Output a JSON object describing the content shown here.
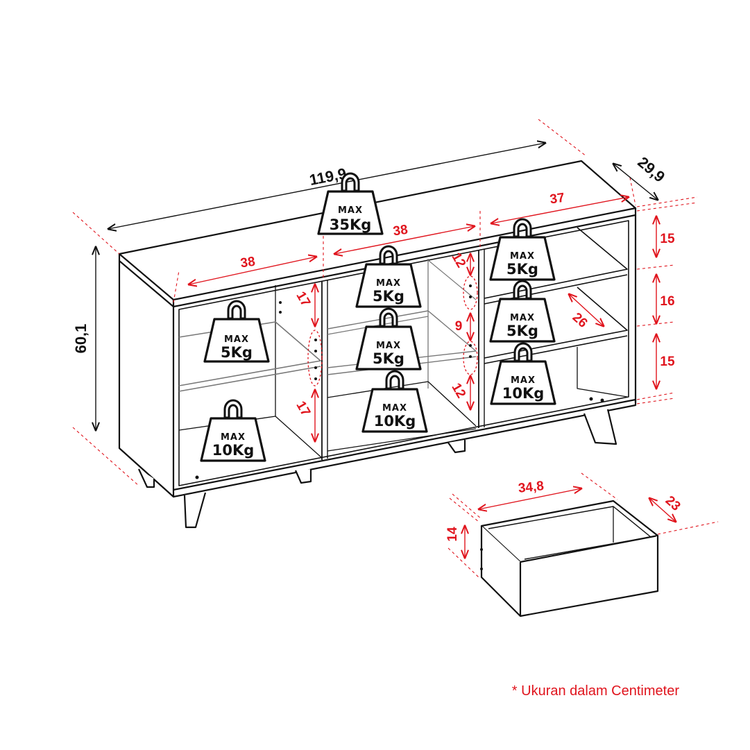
{
  "colors": {
    "accent": "#e0141d",
    "line": "#111111"
  },
  "dimensions": {
    "overall_width": "119,9",
    "overall_depth": "29,9",
    "overall_height": "60,1",
    "left_comp_width": "38",
    "mid_comp_width": "38",
    "right_comp_width": "37",
    "left_upper_gap": "17",
    "left_lower_gap": "17",
    "mid_top_gap": "12",
    "mid_middle_gap": "9",
    "mid_bottom_gap": "12",
    "right_top": "15",
    "right_middle": "16",
    "right_bottom": "15",
    "right_depth": "26",
    "drawer_width": "34,8",
    "drawer_depth": "23",
    "drawer_height": "14"
  },
  "weights": {
    "top": {
      "max": "MAX",
      "value": "35Kg"
    },
    "left_shelf": {
      "max": "MAX",
      "value": "5Kg"
    },
    "left_bottom": {
      "max": "MAX",
      "value": "10Kg"
    },
    "mid_top": {
      "max": "MAX",
      "value": "5Kg"
    },
    "mid_middle": {
      "max": "MAX",
      "value": "5Kg"
    },
    "mid_bottom": {
      "max": "MAX",
      "value": "10Kg"
    },
    "right_top": {
      "max": "MAX",
      "value": "5Kg"
    },
    "right_middle": {
      "max": "MAX",
      "value": "5Kg"
    },
    "right_bottom": {
      "max": "MAX",
      "value": "10Kg"
    }
  },
  "note": "* Ukuran dalam Centimeter"
}
